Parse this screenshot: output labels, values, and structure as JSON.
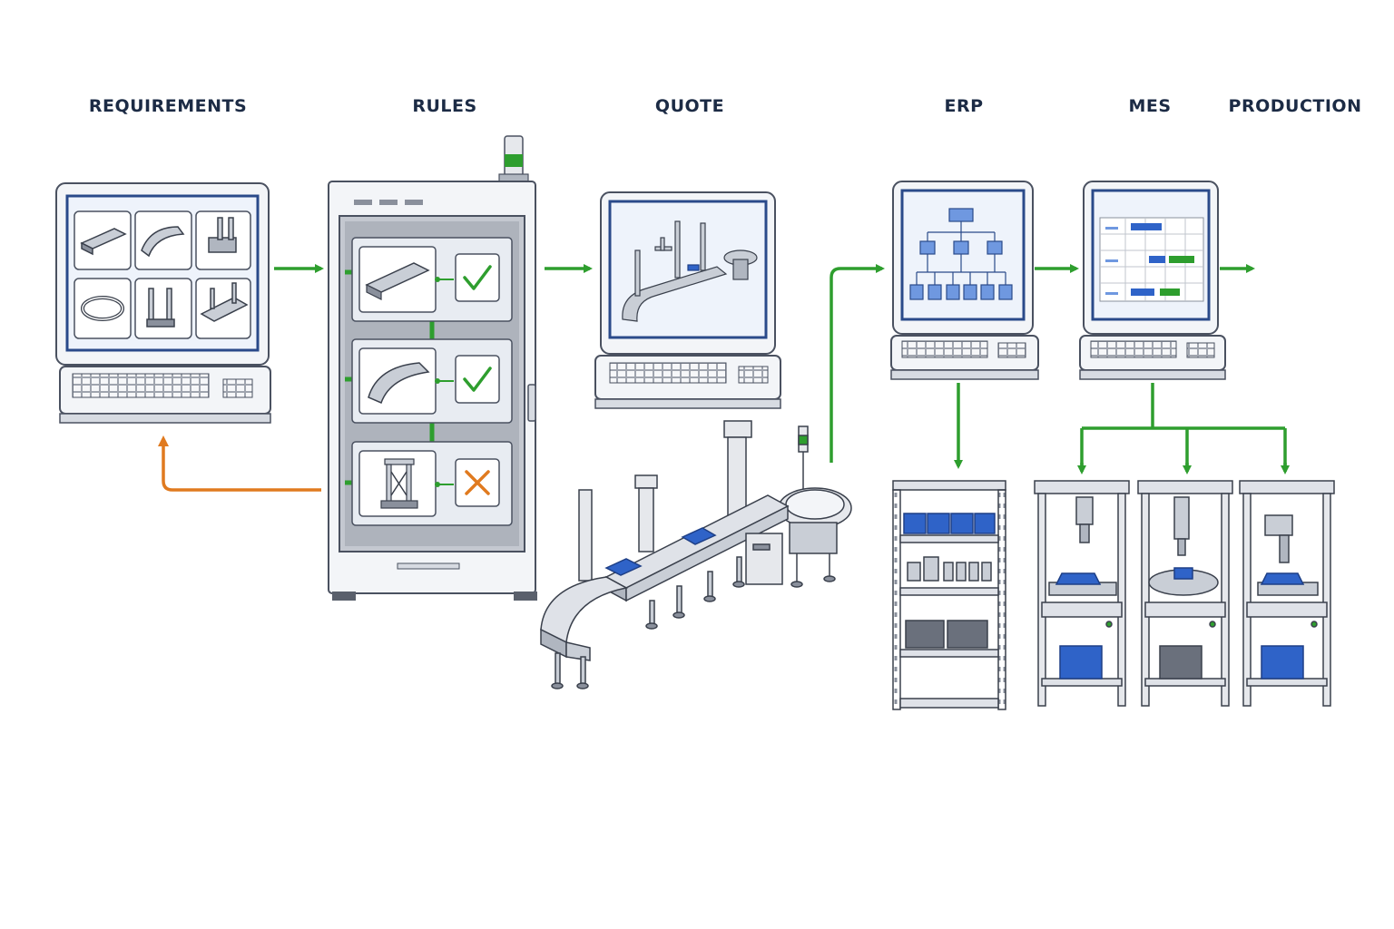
{
  "stages": [
    {
      "id": "requirements",
      "label": "REQUIREMENTS"
    },
    {
      "id": "rules",
      "label": "RULES"
    },
    {
      "id": "quote",
      "label": "QUOTE"
    },
    {
      "id": "erp",
      "label": "ERP"
    },
    {
      "id": "mes",
      "label": "MES"
    },
    {
      "id": "production",
      "label": "PRODUCTION"
    }
  ],
  "rule_checks": [
    {
      "module": "straight-conveyor",
      "result": "pass"
    },
    {
      "module": "curved-conveyor",
      "result": "pass"
    },
    {
      "module": "support-frame",
      "result": "fail"
    }
  ],
  "colors": {
    "label": "#1c2b45",
    "flow": "#2e9e2e",
    "feedback": "#e07a1f",
    "screen_border": "#2a4a8a",
    "screen_fill": "#eef3fb",
    "chassis": "#f3f5f8",
    "outline": "#4a5160",
    "blue_part": "#2f63c8",
    "pass": "#2e9e2e",
    "fail": "#e07a1f"
  },
  "icons": {
    "pass": "check-icon",
    "fail": "cross-icon"
  }
}
